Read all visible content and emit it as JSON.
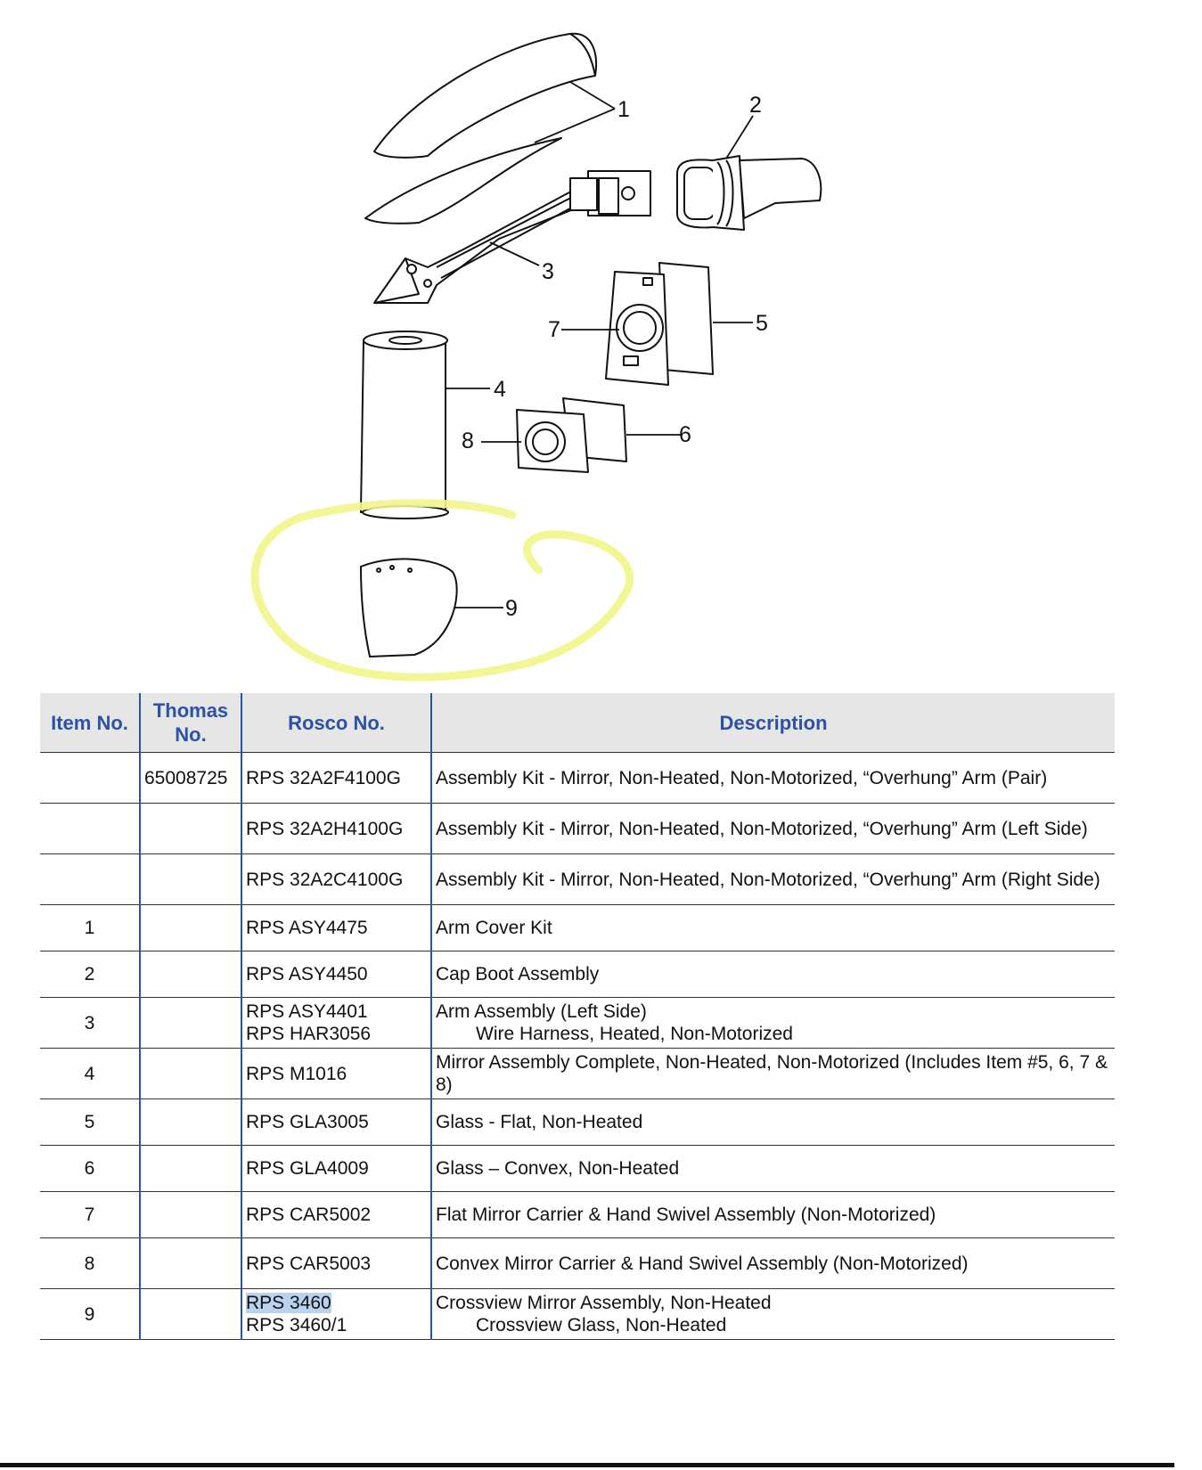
{
  "diagram": {
    "callouts": [
      "1",
      "2",
      "3",
      "4",
      "5",
      "6",
      "7",
      "8",
      "9"
    ],
    "highlight_color": "#f2f58a"
  },
  "table": {
    "header": {
      "item_no": "Item No.",
      "thomas_no_line1": "Thomas",
      "thomas_no_line2": "No.",
      "rosco_no": "Rosco No.",
      "description": "Description"
    },
    "header_color": "#2b51a8",
    "rows": [
      {
        "item": "",
        "thomas": "65008725",
        "rosco": [
          "RPS 32A2F4100G"
        ],
        "desc": [
          "Assembly Kit - Mirror, Non-Heated, Non-Motorized, “Overhung” Arm (Pair)"
        ]
      },
      {
        "item": "",
        "thomas": "",
        "rosco": [
          "RPS 32A2H4100G"
        ],
        "desc": [
          "Assembly Kit - Mirror, Non-Heated, Non-Motorized, “Overhung” Arm (Left Side)"
        ]
      },
      {
        "item": "",
        "thomas": "",
        "rosco": [
          "RPS 32A2C4100G"
        ],
        "desc": [
          "Assembly Kit - Mirror, Non-Heated, Non-Motorized, “Overhung” Arm (Right Side)"
        ]
      },
      {
        "item": "1",
        "thomas": "",
        "rosco": [
          "RPS ASY4475"
        ],
        "desc": [
          "Arm Cover Kit"
        ]
      },
      {
        "item": "2",
        "thomas": "",
        "rosco": [
          "RPS ASY4450"
        ],
        "desc": [
          "Cap Boot Assembly"
        ]
      },
      {
        "item": "3",
        "thomas": "",
        "rosco": [
          "RPS ASY4401",
          "RPS HAR3056"
        ],
        "desc": [
          "Arm Assembly (Left Side)",
          "Wire Harness, Heated, Non-Motorized"
        ]
      },
      {
        "item": "4",
        "thomas": "",
        "rosco": [
          "RPS M1016"
        ],
        "desc": [
          "Mirror Assembly Complete, Non-Heated, Non-Motorized (Includes Item #5, 6, 7 & 8)"
        ]
      },
      {
        "item": "5",
        "thomas": "",
        "rosco": [
          "RPS GLA3005"
        ],
        "desc": [
          "Glass  - Flat, Non-Heated"
        ]
      },
      {
        "item": "6",
        "thomas": "",
        "rosco": [
          "RPS GLA4009"
        ],
        "desc": [
          "Glass – Convex, Non-Heated"
        ]
      },
      {
        "item": "7",
        "thomas": "",
        "rosco": [
          "RPS CAR5002"
        ],
        "desc": [
          "Flat Mirror Carrier & Hand Swivel Assembly (Non-Motorized)"
        ]
      },
      {
        "item": "8",
        "thomas": "",
        "rosco": [
          "RPS CAR5003"
        ],
        "desc": [
          "Convex Mirror Carrier & Hand Swivel Assembly (Non-Motorized)"
        ]
      },
      {
        "item": "9",
        "thomas": "",
        "rosco": [
          "RPS 3460",
          "RPS 3460/1"
        ],
        "desc": [
          "Crossview Mirror Assembly, Non-Heated",
          "Crossview Glass, Non-Heated"
        ],
        "rosco_selected": "RPS 3460"
      }
    ]
  }
}
